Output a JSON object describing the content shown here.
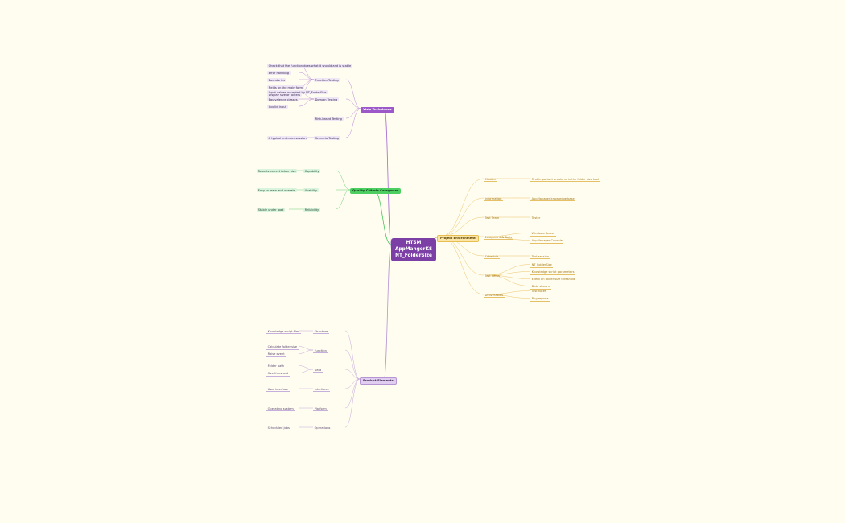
{
  "map": {
    "root": {
      "title": "HTSM AppMangerKS NT_FolderSize"
    },
    "branches": [
      {
        "id": "b1",
        "label": "Visio Techniques",
        "style": "purple"
      },
      {
        "id": "b2",
        "label": "Quality Criteria Categories",
        "style": "green"
      },
      {
        "id": "b3",
        "label": "Project Environment",
        "style": "orange"
      },
      {
        "id": "b4",
        "label": "Product Elements",
        "style": "lav"
      }
    ],
    "nodes": [
      {
        "id": "p1",
        "parent": "b1",
        "label": "Function Testing"
      },
      {
        "id": "p2",
        "parent": "b1",
        "label": "Domain Testing"
      },
      {
        "id": "p3",
        "parent": "b1",
        "label": "Risk-based Testing"
      },
      {
        "id": "p4",
        "parent": "b1",
        "label": "Scenario Testing"
      },
      {
        "id": "p5",
        "parent": "p1",
        "label": "Check that the function does what it should and is stable"
      },
      {
        "id": "p6",
        "parent": "p1",
        "label": "Error handling"
      },
      {
        "id": "p7",
        "parent": "p1",
        "label": "Boundaries"
      },
      {
        "id": "p8",
        "parent": "p1",
        "label": "Fields on the main form"
      },
      {
        "id": "p9",
        "parent": "p1",
        "label": "Display size of folders"
      },
      {
        "id": "p10",
        "parent": "p2",
        "label": "Input values accepted by NT_FolderSize"
      },
      {
        "id": "p11",
        "parent": "p2",
        "label": "Equivalence classes"
      },
      {
        "id": "p12",
        "parent": "p2",
        "label": "Invalid input"
      },
      {
        "id": "p13",
        "parent": "p4",
        "label": "A typical end-user session"
      },
      {
        "id": "g1",
        "parent": "b2",
        "label": "Capability"
      },
      {
        "id": "g2",
        "parent": "b2",
        "label": "Usability"
      },
      {
        "id": "g3",
        "parent": "b2",
        "label": "Reliability"
      },
      {
        "id": "g4",
        "parent": "g1",
        "label": "Reports correct folder size"
      },
      {
        "id": "g5",
        "parent": "g2",
        "label": "Easy to learn and operate"
      },
      {
        "id": "g6",
        "parent": "g3",
        "label": "Stable under load"
      },
      {
        "id": "o1",
        "parent": "b3",
        "label": "Mission"
      },
      {
        "id": "o2",
        "parent": "b3",
        "label": "Information"
      },
      {
        "id": "o3",
        "parent": "b3",
        "label": "Test Team"
      },
      {
        "id": "o4",
        "parent": "b3",
        "label": "Equipment & Tools"
      },
      {
        "id": "o5",
        "parent": "b3",
        "label": "Schedule"
      },
      {
        "id": "o6",
        "parent": "b3",
        "label": "Test Items"
      },
      {
        "id": "o7",
        "parent": "b3",
        "label": "Deliverables"
      },
      {
        "id": "o8",
        "parent": "o1",
        "label": "Find important problems in the folder size tool"
      },
      {
        "id": "o9",
        "parent": "o2",
        "label": "AppManager knowledge base"
      },
      {
        "id": "o10",
        "parent": "o3",
        "label": "Tester"
      },
      {
        "id": "o11",
        "parent": "o4",
        "label": "Windows Server"
      },
      {
        "id": "o12",
        "parent": "o4",
        "label": "AppManager Console"
      },
      {
        "id": "o13",
        "parent": "o5",
        "label": "Test session"
      },
      {
        "id": "o14",
        "parent": "o6",
        "label": "NT_FolderSize"
      },
      {
        "id": "o15",
        "parent": "o6",
        "label": "Knowledge script parameters"
      },
      {
        "id": "o16",
        "parent": "o6",
        "label": "Event on folder size threshold"
      },
      {
        "id": "o17",
        "parent": "o6",
        "label": "Data stream"
      },
      {
        "id": "o18",
        "parent": "o7",
        "label": "Test notes"
      },
      {
        "id": "o19",
        "parent": "o7",
        "label": "Bug reports"
      },
      {
        "id": "e1",
        "parent": "b4",
        "label": "Structure"
      },
      {
        "id": "e2",
        "parent": "b4",
        "label": "Function"
      },
      {
        "id": "e3",
        "parent": "b4",
        "label": "Data"
      },
      {
        "id": "e4",
        "parent": "b4",
        "label": "Interfaces"
      },
      {
        "id": "e5",
        "parent": "b4",
        "label": "Platform"
      },
      {
        "id": "e6",
        "parent": "b4",
        "label": "Operations"
      },
      {
        "id": "e7",
        "parent": "e1",
        "label": "Knowledge script files"
      },
      {
        "id": "e8",
        "parent": "e2",
        "label": "Calculate folder size"
      },
      {
        "id": "e9",
        "parent": "e2",
        "label": "Raise event"
      },
      {
        "id": "e10",
        "parent": "e3",
        "label": "Folder path"
      },
      {
        "id": "e11",
        "parent": "e3",
        "label": "Size threshold"
      },
      {
        "id": "e12",
        "parent": "e4",
        "label": "User interface"
      },
      {
        "id": "e13",
        "parent": "e5",
        "label": "Operating system"
      },
      {
        "id": "e14",
        "parent": "e6",
        "label": "Scheduled jobs"
      }
    ]
  }
}
